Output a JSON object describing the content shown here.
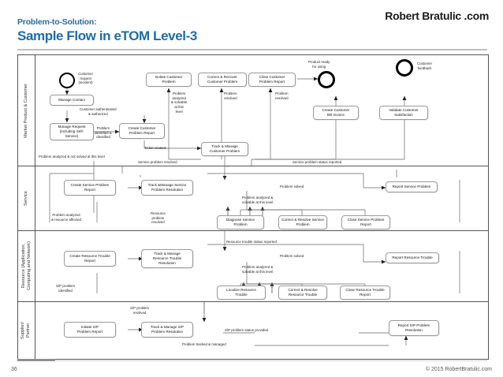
{
  "header": {
    "kicker": "Problem-to-Solution:",
    "title": "Sample Flow in eTOM Level-3",
    "brand": "Robert Bratulic .com"
  },
  "footer": {
    "page_number": "36",
    "copyright": "© 2015 RobertBratulic.com"
  },
  "lanes": [
    {
      "id": "market",
      "label": "Market Product & Customer"
    },
    {
      "id": "service",
      "label": "Service"
    },
    {
      "id": "resource",
      "label": "Resource (Application,\nComputing and Network)"
    },
    {
      "id": "supplier",
      "label": "Supplier/\nPartner"
    }
  ],
  "events": [
    {
      "id": "ev-start",
      "type": "start",
      "label": "Customer\nrequest\n(incident)"
    },
    {
      "id": "ev-product",
      "type": "end",
      "label": "Product ready\nfor using"
    },
    {
      "id": "ev-feedback",
      "type": "end",
      "label": "Customer\nfeedback"
    }
  ],
  "tasks": {
    "manage_contact": "Manage Contact",
    "manage_request": "Manage Request\n(including Self-\nService)",
    "create_customer_problem_report": "Create Customer\nProblem Report",
    "isolate_customer_problem": "Isolate Customer\nProblem",
    "correct_recover_customer_problem": "Correct & Recover\nCustomer Problem",
    "close_customer_problem_report": "Close Customer\nProblem Report",
    "create_customer_bill_invoice": "Create Customer\nBill Invoice",
    "validate_customer_satisfaction": "Validate Customer\nSatisfaction",
    "track_manage_customer_problem": "Track & Manage\nCustomer Problem",
    "create_service_problem_report": "Create Service Problem\nReport",
    "track_manage_service_problem_resolution": "Track &Manage Service\nProblem Resolution",
    "diagnose_service_problem": "Diagnose Service\nProblem",
    "correct_resolve_service_problem": "Correct & Resolve Service\nProblem",
    "close_service_problem_report": "Close Service Problem\nReport",
    "report_service_problem": "Report Service Problem",
    "create_resource_trouble_report": "Create Resource Trouble\nReport",
    "track_manage_resource_trouble_resolution": "Track & Manage\nResource Trouble\nResolution",
    "localize_resource_trouble": "Localize Resource\nTrouble",
    "correct_resolve_resource_trouble": "Correct & Resolve\nResource Trouble",
    "close_resource_trouble_report": "Close Resource Trouble\nReport",
    "report_resource_trouble": "Report Resource Trouble",
    "initiate_sp_problem_report": "Initiate S/P\nProblem Report",
    "track_manage_sp_problem_resolution": "Track & Manage S/P\nProblem Resolution",
    "report_sp_problem_resolution": "Report S/P Problem\nResolution"
  },
  "flow_labels": {
    "customer_authenticated": "Customer authenticated\n& authorized",
    "problem_identified": "Problem\nidentified &\nclassified",
    "ticket_created": "Ticket created",
    "problem_analyzed_solvable_level": "Problem\nanalyzed\n& solvable\nat this\nlevel",
    "problem_resolved_customer": "Problem\nresolved",
    "problem_resolved_close": "Problem\nresolved",
    "problem_analyzed_not_solved": "Problem analyzed & not solved at this level",
    "service_problem_resolved": "Service problem resolved",
    "service_problem_status_reported": "Service problem status reported",
    "problem_solved_service": "Problem solved",
    "problem_analyzed_solvable_service": "Problem analyzed &\nsolvable at this level",
    "problem_analyzed_resource_affected": "Problem analyzed\n& resource affected",
    "resource_problem_resolved": "Resource\nproblem\nresolved",
    "resource_trouble_status_reported": "Resource trouble status reported",
    "problem_solved_resource": "Problem solved",
    "problem_analyzed_solvable_resource": "Problem analyzed &\nsolvable at this level",
    "sp_problem_identified": "S/P problem\nidentified",
    "sp_problem_resolved": "S/P problem\nresolved",
    "sp_problem_status_provided": "S/P problem status provided",
    "problem_tracked_managed": "Problem tracked & managed"
  },
  "colors": {
    "title_blue": "#1f6ca8",
    "kicker_blue": "#2b6ca3",
    "frame": "#555555",
    "box_border": "#9a9a9a",
    "connector": "#555555"
  }
}
